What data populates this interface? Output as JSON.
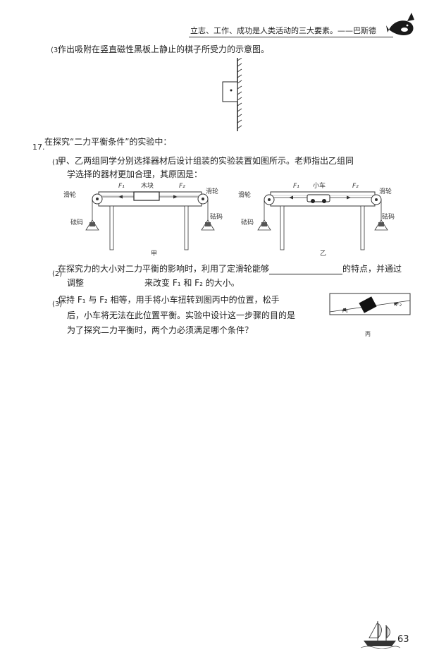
{
  "header": {
    "quote": "立志、工作、成功是人类活动的三大要素。——巴斯德"
  },
  "q3_top": {
    "number": "(3)",
    "text": "作出吸附在竖直磁性黑板上静止的棋子所受力的示意图。"
  },
  "q17": {
    "number": "17.",
    "title": "在探究“二力平衡条件”的实验中：",
    "p1": {
      "number": "(1)",
      "line1": "甲、乙两组同学分别选择器材后设计组装的实验装置如图所示。老师指出乙组同",
      "line2": "学选择的器材更加合理，其原因是："
    },
    "p2": {
      "number": "(2)",
      "line1_a": "在探究力的大小对二力平衡的影响时，利用了定滑轮能够",
      "line1_b": "的特点，并通过",
      "line2_a": "调整",
      "line2_b": "来改变 F₁ 和 F₂ 的大小。"
    },
    "p3": {
      "number": "(3)",
      "line1": "保持 F₁ 与 F₂ 相等，用手将小车扭转到图丙中的位置，松手",
      "line2": "后，小车将无法在此位置平衡。实验中设计这一步骤的目的是",
      "line3": "为了探究二力平衡时，两个力必须满足哪个条件？"
    }
  },
  "figure_jia": {
    "label": "甲",
    "block": "木块",
    "f1": "F₁",
    "f2": "F₂",
    "pulley_left": "滑轮",
    "pulley_right": "滑轮",
    "weight_left": "砝码",
    "weight_right": "砝码"
  },
  "figure_yi": {
    "label": "乙",
    "cart": "小车",
    "f1": "F₁",
    "f2": "F₂",
    "pulley_left": "滑轮",
    "pulley_right": "滑轮",
    "weight_left": "砝码",
    "weight_right": "砝码"
  },
  "figure_bing": {
    "label": "丙",
    "f1": "F₁",
    "f2": "F₂"
  },
  "page_number": "63"
}
